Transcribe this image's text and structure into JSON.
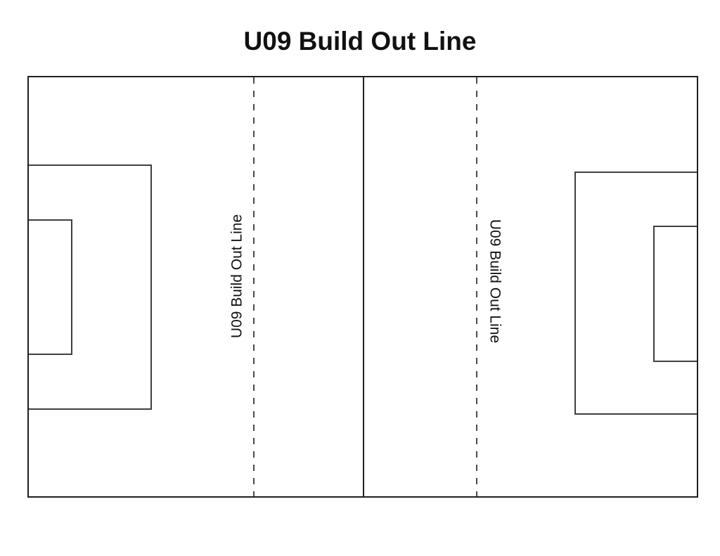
{
  "title": "U09 Build Out Line",
  "diagram": {
    "type": "soccer-field",
    "labels": {
      "left_buildout": "U09 Build Out Line",
      "right_buildout": "U09 Build Out Line"
    },
    "elements": [
      "field-boundary",
      "halfway-line",
      "left-build-out-line",
      "right-build-out-line",
      "left-penalty-area",
      "left-goal-area",
      "right-penalty-area",
      "right-goal-area"
    ]
  },
  "colors": {
    "background": "#ffffff",
    "boundary": "#1f1f1f",
    "box": "#3f3f3f",
    "dash": "#4a4a4a",
    "text": "#111111"
  }
}
